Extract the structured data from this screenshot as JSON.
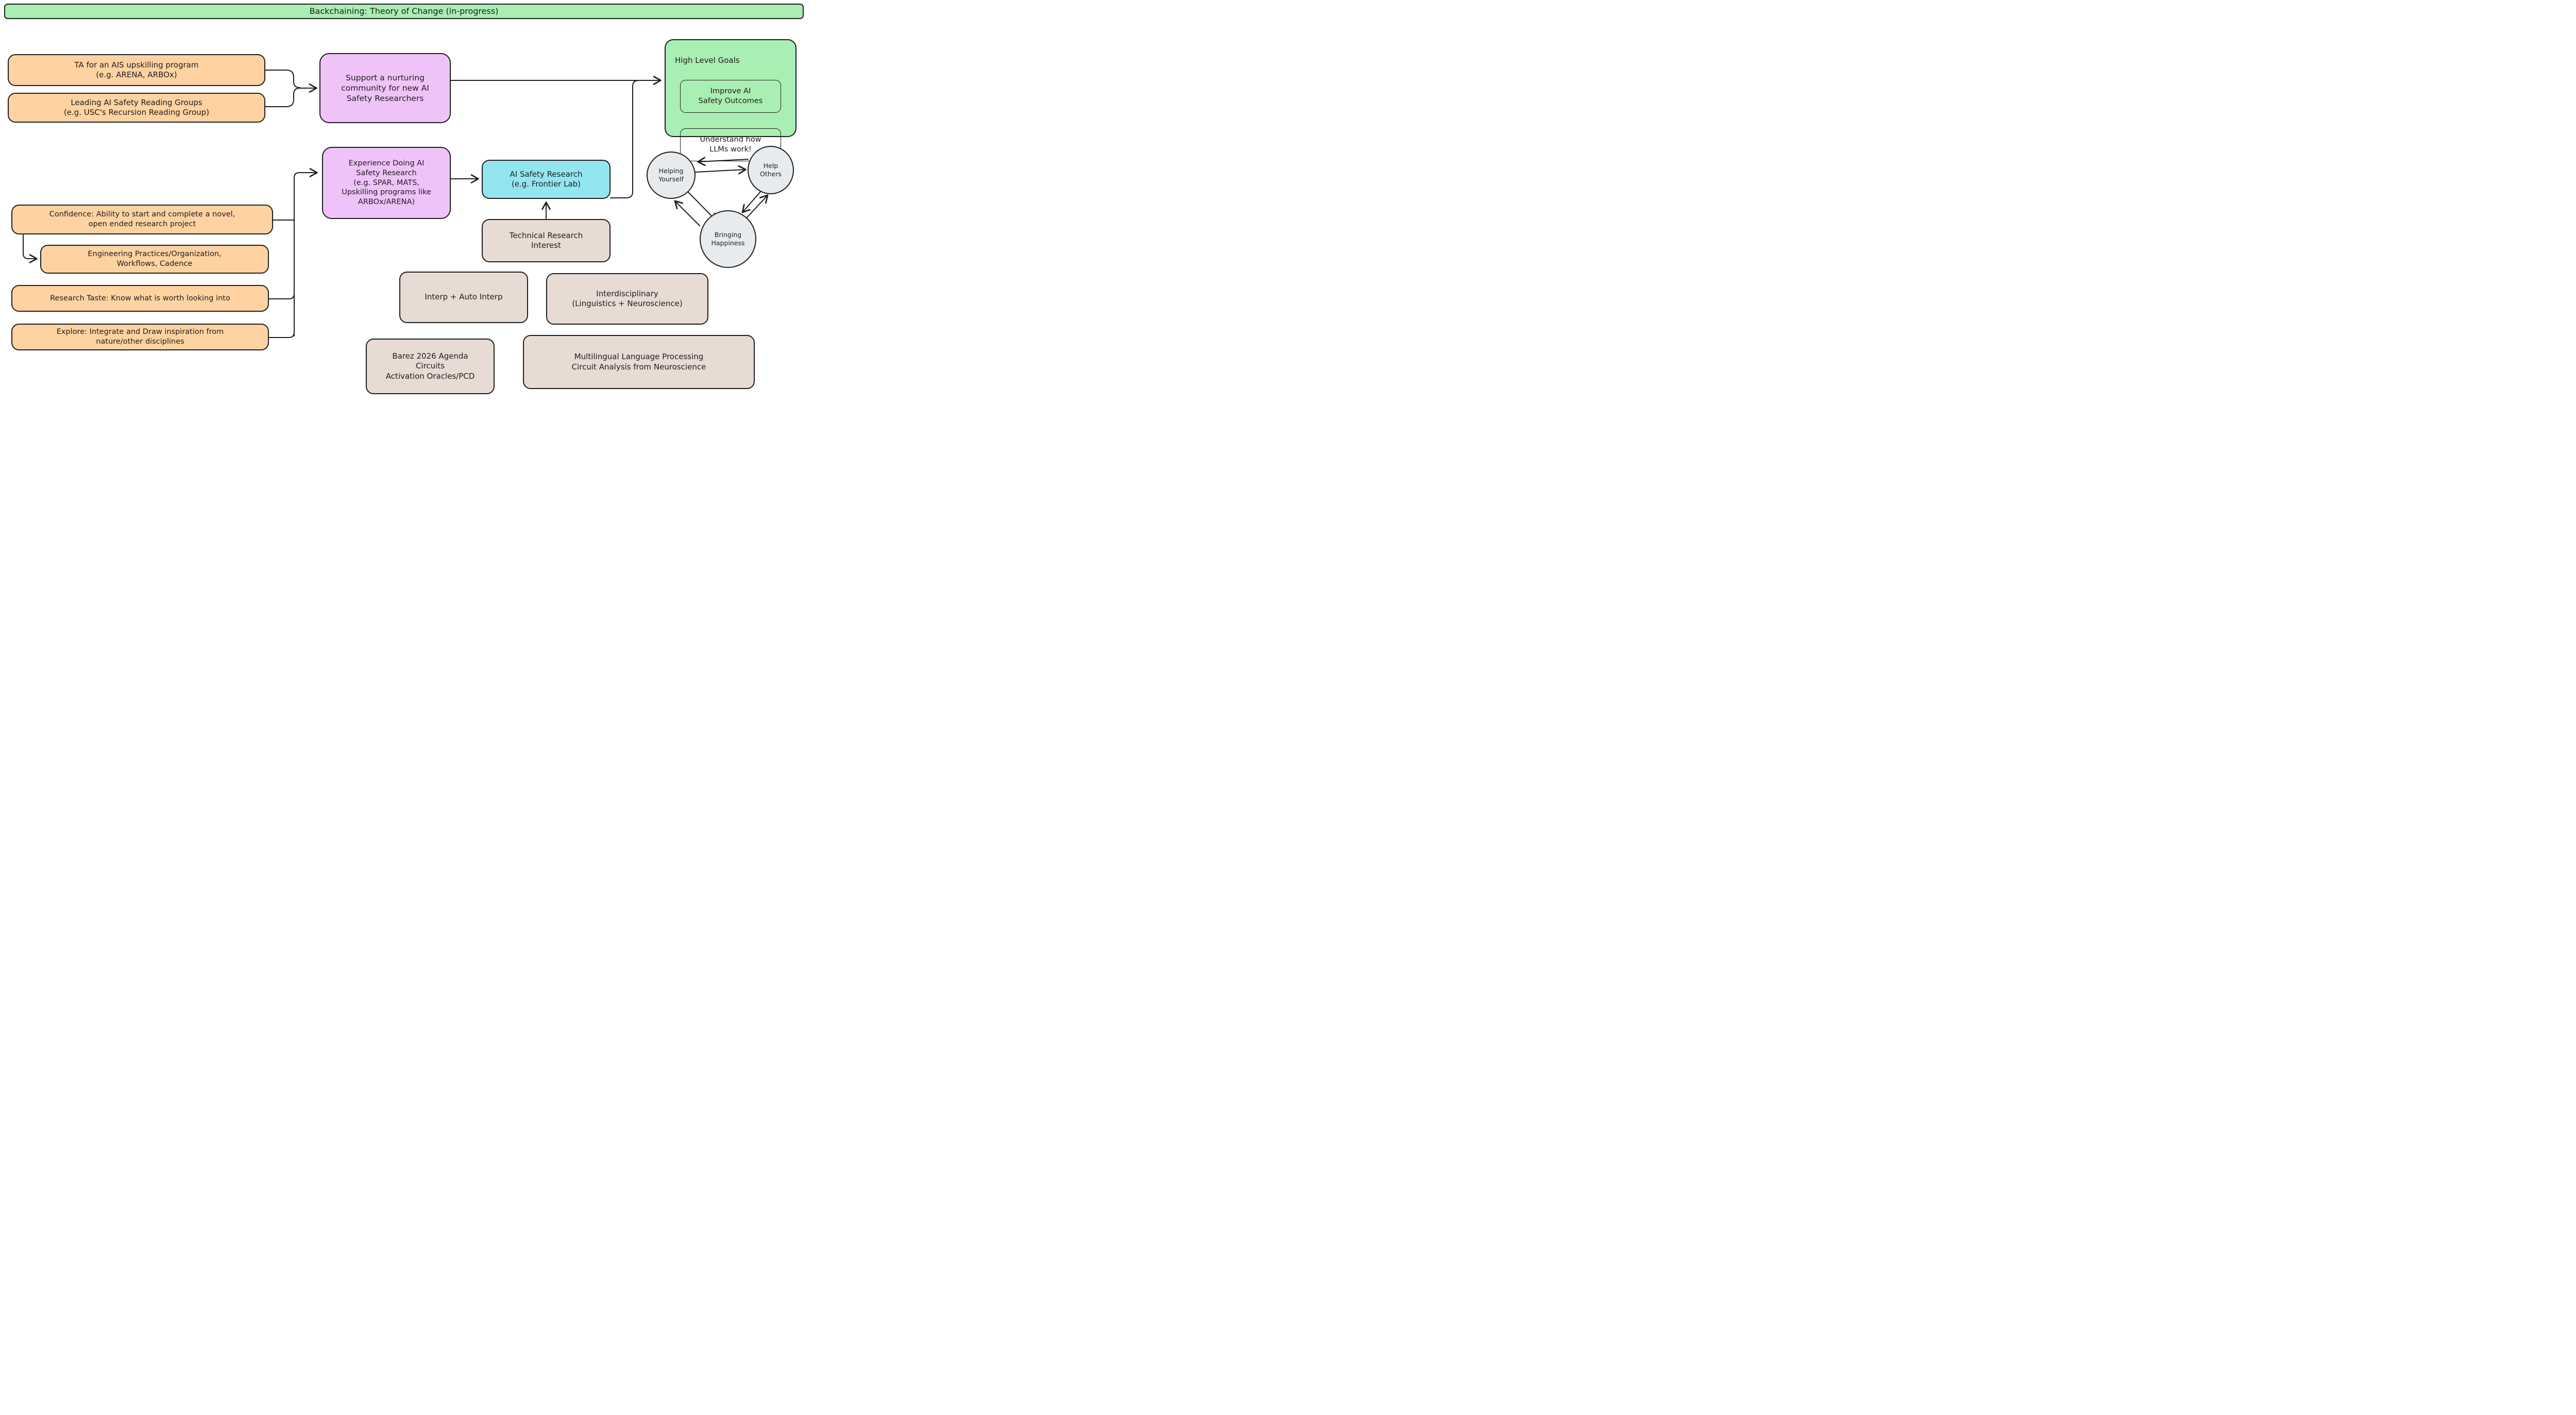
{
  "title": "Backchaining: Theory of Change (in-progress)",
  "nodes": {
    "ta": {
      "label": "TA for an AIS upskilling program\n(e.g. ARENA, ARBOx)"
    },
    "reading": {
      "label": "Leading AI Safety Reading Groups\n(e.g. USC's Recursion Reading Group)"
    },
    "support": {
      "label": "Support a nurturing\ncommunity for new AI\nSafety Researchers"
    },
    "goals": {
      "title": "High Level Goals",
      "items": [
        "Improve AI\nSafety Outcomes",
        "Understand how\nLLMs work!"
      ]
    },
    "experience": {
      "label": "Experience Doing AI\nSafety Research\n(e.g. SPAR, MATS,\nUpskilling programs like\nARBOx/ARENA)"
    },
    "frontier": {
      "label": "AI Safety Research\n(e.g. Frontier Lab)"
    },
    "technical": {
      "label": "Technical Research\nInterest"
    },
    "confidence": {
      "label": "Confidence: Ability to start and complete a novel,\nopen ended research project"
    },
    "engineering": {
      "label": "Engineering Practices/Organization,\nWorkflows, Cadence"
    },
    "taste": {
      "label": "Research Taste: Know what is worth looking into"
    },
    "explore": {
      "label": "Explore: Integrate and Draw inspiration from\nnature/other disciplines"
    },
    "interp": {
      "label": "Interp + Auto Interp"
    },
    "interdisciplinary": {
      "label": "Interdisciplinary\n(Linguistics + Neuroscience)"
    },
    "barez": {
      "label": "Barez 2026 Agenda\nCircuits\nActivation Oracles/PCD"
    },
    "multilingual": {
      "label": "Multilingual Language Processing\nCircuit Analysis from Neuroscience"
    },
    "helping_yourself": {
      "label": "Helping\nYourself"
    },
    "help_others": {
      "label": "Help\nOthers"
    },
    "bringing_happiness": {
      "label": "Bringing\nHappiness"
    }
  },
  "edges": [
    {
      "from": "ta",
      "to": "support"
    },
    {
      "from": "reading",
      "to": "support"
    },
    {
      "from": "support",
      "to": "goals"
    },
    {
      "from": "frontier",
      "to": "goals"
    },
    {
      "from": "confidence",
      "to": "experience"
    },
    {
      "from": "taste",
      "to": "experience"
    },
    {
      "from": "explore",
      "to": "experience"
    },
    {
      "from": "confidence",
      "to": "engineering"
    },
    {
      "from": "experience",
      "to": "frontier"
    },
    {
      "from": "technical",
      "to": "frontier"
    },
    {
      "from": "help_others",
      "to": "helping_yourself"
    },
    {
      "from": "helping_yourself",
      "to": "help_others"
    },
    {
      "from": "helping_yourself",
      "to": "bringing_happiness"
    },
    {
      "from": "bringing_happiness",
      "to": "helping_yourself"
    },
    {
      "from": "help_others",
      "to": "bringing_happiness"
    },
    {
      "from": "bringing_happiness",
      "to": "help_others"
    }
  ],
  "colors": {
    "banner_green": "#a9eeb2",
    "orange": "#ffd3a1",
    "purple": "#efc3f8",
    "cyan": "#93e6f0",
    "beige": "#e7dbd3",
    "circle_gray": "#e8ebee",
    "stroke": "#1d1d1d"
  }
}
